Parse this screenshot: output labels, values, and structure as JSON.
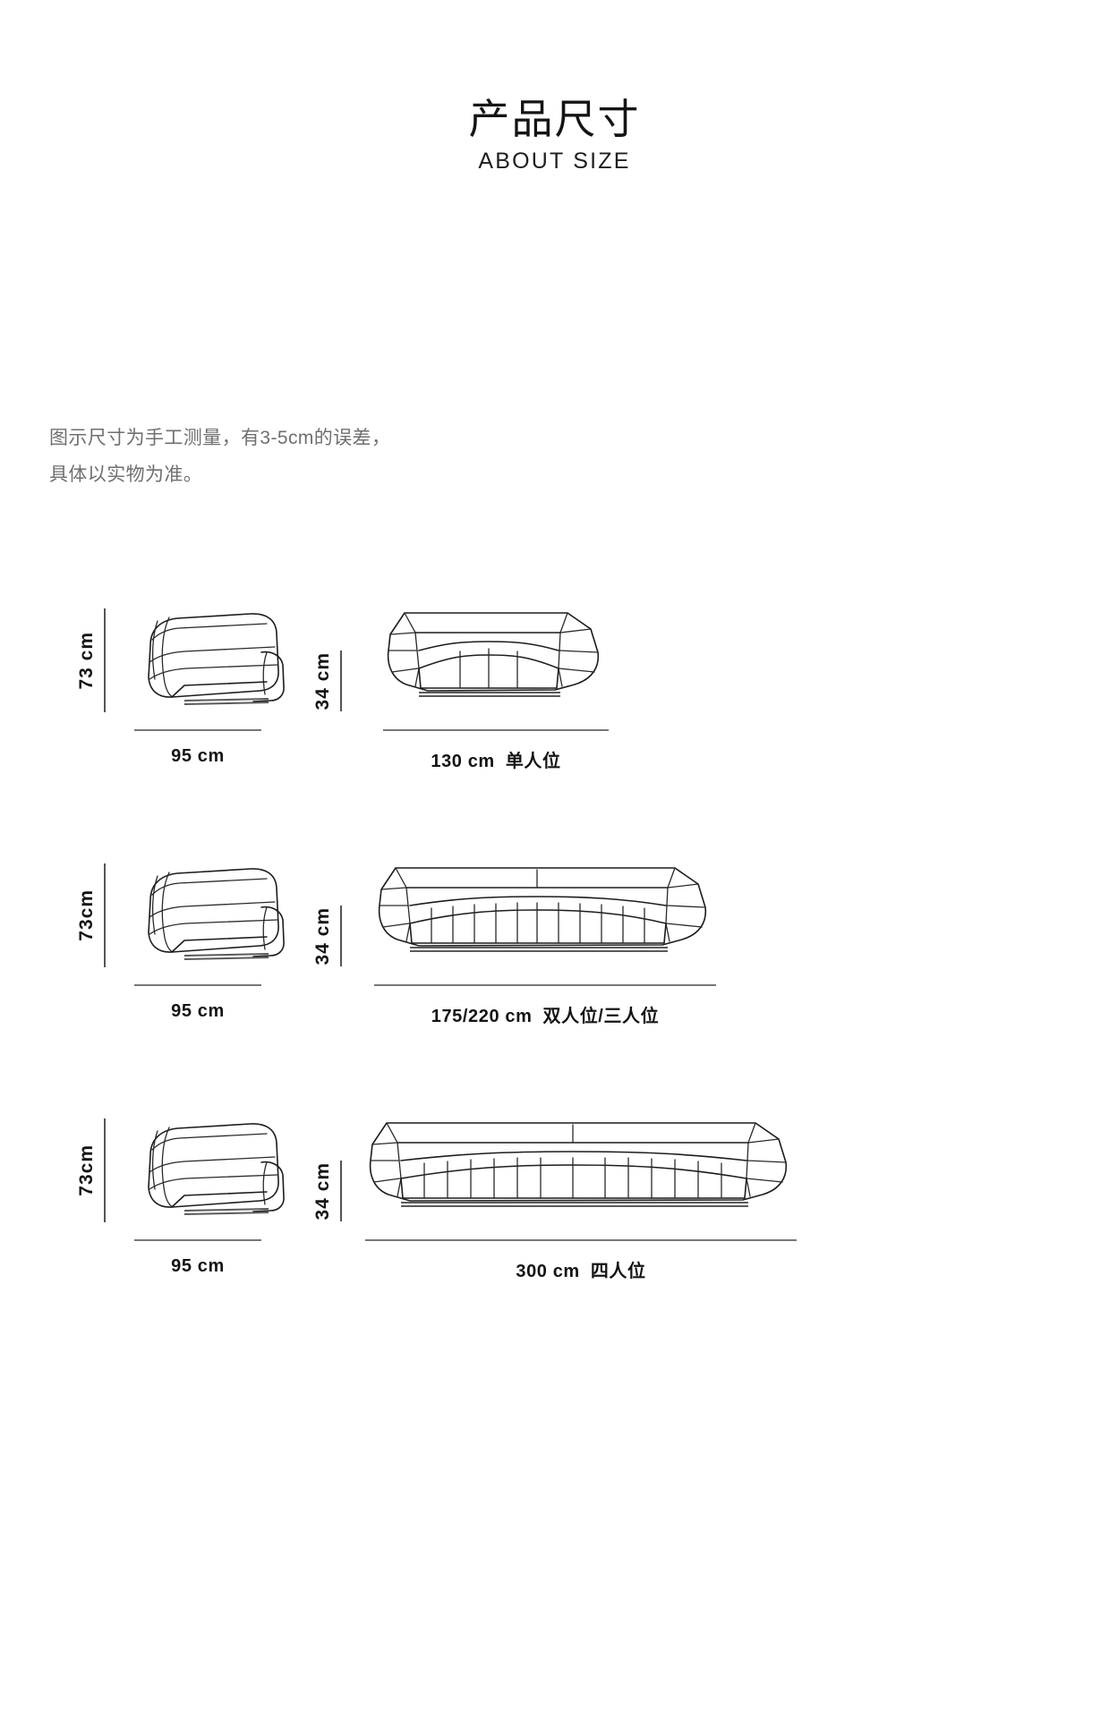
{
  "header": {
    "title_cn": "产品尺寸",
    "title_en": "ABOUT SIZE"
  },
  "note": {
    "line1": "图示尺寸为手工测量，有3-5cm的误差，",
    "line2": "具体以实物为准。"
  },
  "rows": [
    {
      "side": {
        "height_label": "73 cm",
        "width_label": "95",
        "width_unit": "cm",
        "seat_type": ""
      },
      "front": {
        "height_label": "34 cm",
        "width_label": "130",
        "width_unit": "cm",
        "seat_type": "单人位"
      }
    },
    {
      "side": {
        "height_label": "73cm",
        "width_label": "95",
        "width_unit": "cm",
        "seat_type": ""
      },
      "front": {
        "height_label": "34 cm",
        "width_label": "175/220",
        "width_unit": "cm",
        "seat_type": "双人位/三人位"
      }
    },
    {
      "side": {
        "height_label": "73cm",
        "width_label": "95",
        "width_unit": "cm",
        "seat_type": ""
      },
      "front": {
        "height_label": "34 cm",
        "width_label": "300",
        "width_unit": "cm",
        "seat_type": "四人位"
      }
    }
  ],
  "colors": {
    "ink": "#1c1c1c",
    "rule": "#6f6f6f",
    "note_text": "#6f6f6f",
    "background": "#ffffff"
  }
}
